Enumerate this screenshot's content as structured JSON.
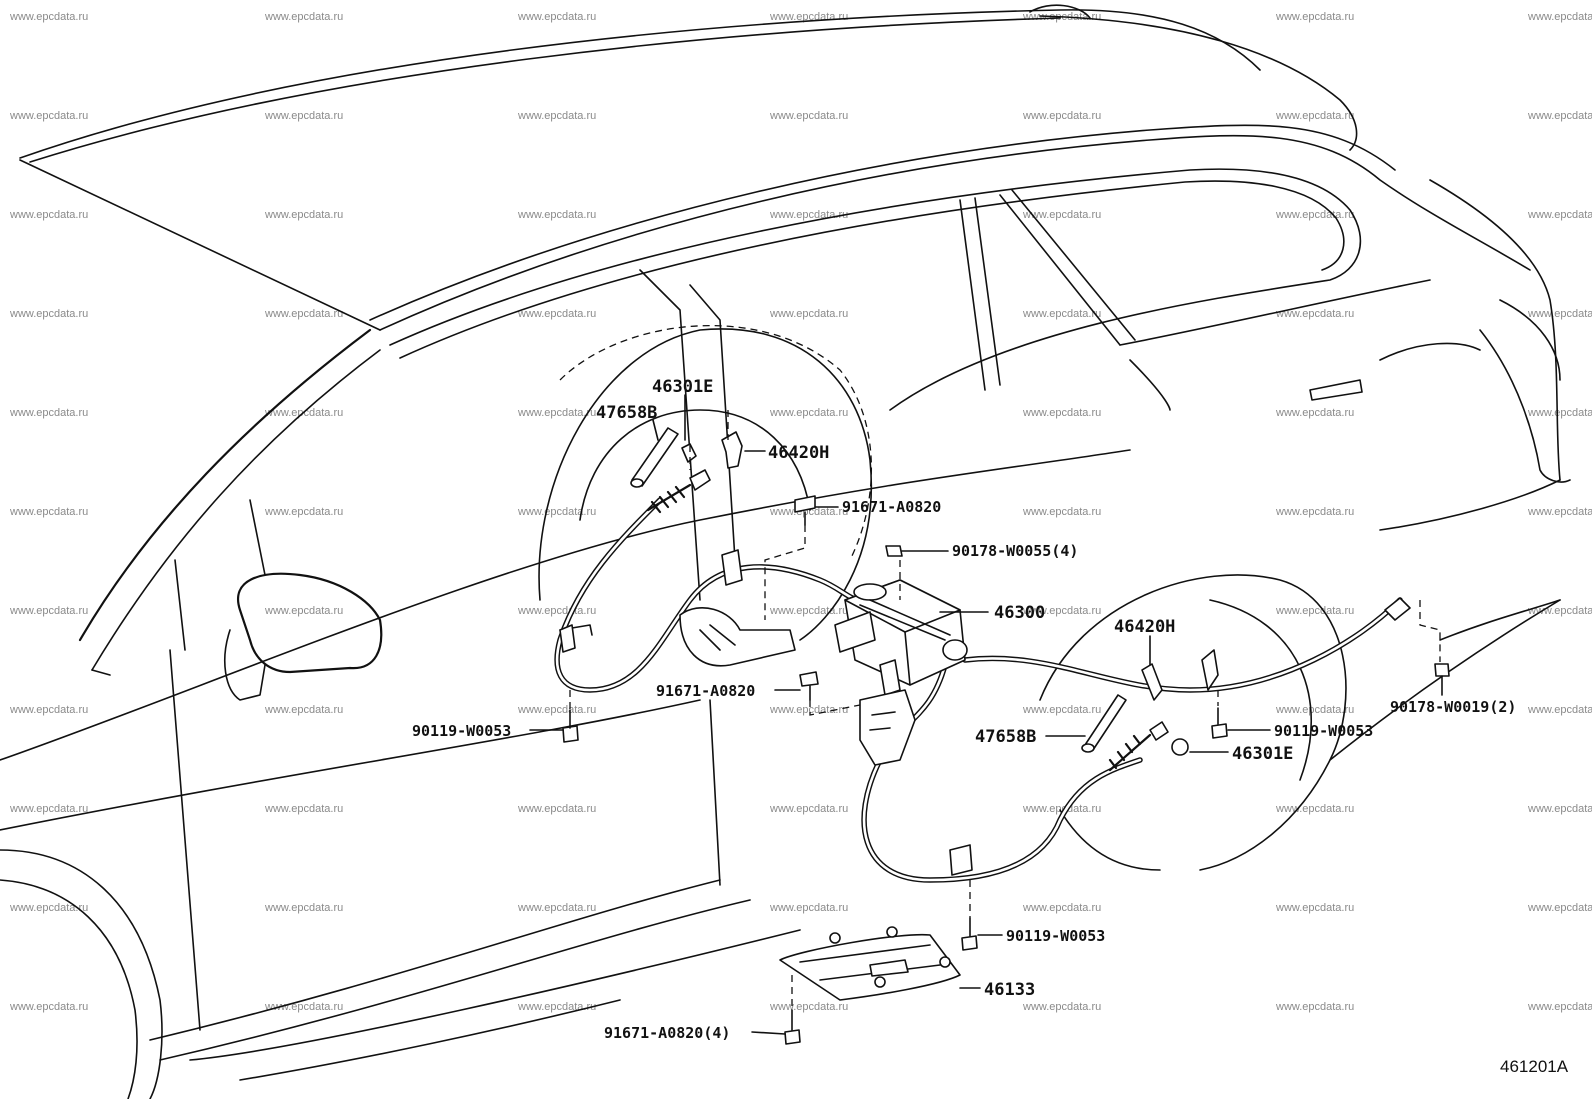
{
  "watermark": "www.epcdata.ru",
  "diagram_code": "461201A",
  "labels": {
    "p46301e_top": "46301E",
    "p47658b_top": "47658B",
    "p46420h_top": "46420H",
    "p91671_top": "91671-A0820",
    "p90178_4": "90178-W0055(4)",
    "p46300": "46300",
    "p46420h_right": "46420H",
    "p91671_mid": "91671-A0820",
    "p90119_left": "90119-W0053",
    "p90119_right": "90119-W0053",
    "p90178_2": "90178-W0019(2)",
    "p47658b_right": "47658B",
    "p46301e_right": "46301E",
    "p90119_bottom": "90119-W0053",
    "p46133": "46133",
    "p91671_4": "91671-A0820(4)"
  }
}
